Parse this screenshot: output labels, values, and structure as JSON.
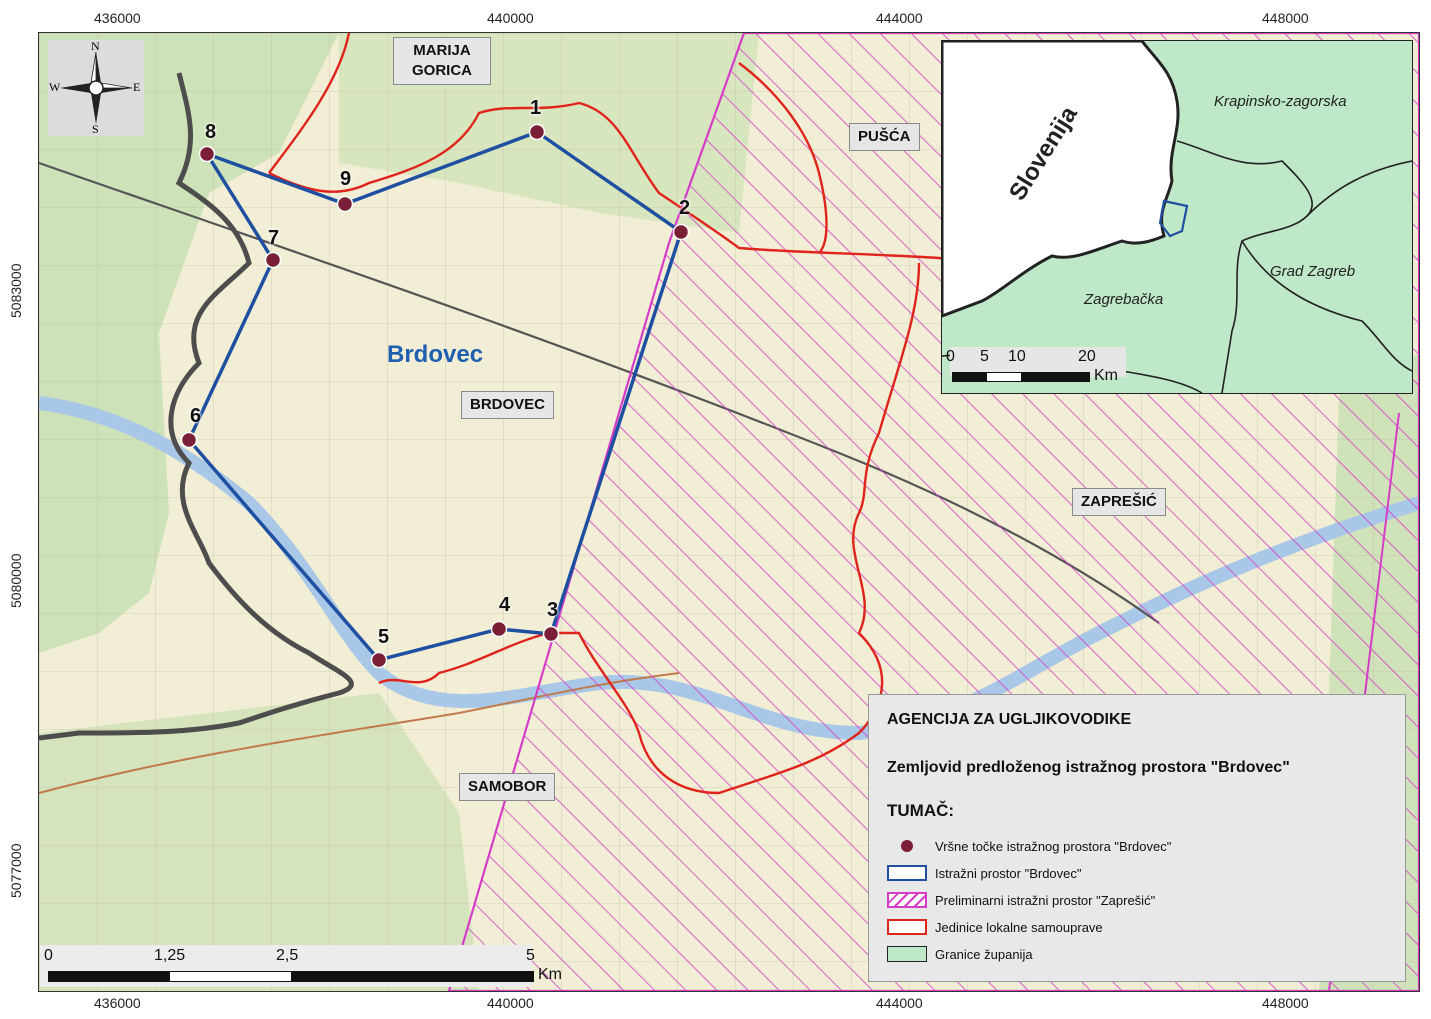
{
  "axes": {
    "x_ticks": [
      "436000",
      "440000",
      "444000",
      "448000"
    ],
    "y_ticks": [
      "5083000",
      "5080000",
      "5077000"
    ]
  },
  "compass": {
    "n": "N",
    "s": "S",
    "e": "E",
    "w": "W"
  },
  "municipalities": {
    "marija_gorica": "MARIJA GORICA",
    "pusca": "PUŠĆA",
    "brdovec": "BRDOVEC",
    "zapresic": "ZAPREŠIĆ",
    "samobor": "SAMOBOR"
  },
  "area_name": "Brdovec",
  "points": [
    "1",
    "2",
    "3",
    "4",
    "5",
    "6",
    "7",
    "8",
    "9"
  ],
  "inset": {
    "country": "Slovenija",
    "counties": [
      "Krapinsko-zagorska",
      "Zagrebačka",
      "Grad Zagreb"
    ],
    "scale_ticks": [
      "0",
      "5",
      "10",
      "20"
    ],
    "scale_unit": "Km"
  },
  "main_scale": {
    "ticks": [
      "0",
      "1,25",
      "2,5",
      "5"
    ],
    "unit": "Km"
  },
  "legend": {
    "agency": "AGENCIJA ZA UGLJIKOVODIKE",
    "map_title": "Zemljovid predloženog istražnog prostora \"Brdovec\"",
    "key_title": "TUMAČ:",
    "items": [
      "Vršne točke istražnog prostora \"Brdovec\"",
      "Istražni prostor \"Brdovec\"",
      "Preliminarni istražni prostor \"Zaprešić\"",
      "Jedinice lokalne samouprave",
      "Granice županija"
    ]
  },
  "colors": {
    "area_outline": "#1f4fa0",
    "hatch": "#d63cc8",
    "municipal": "#e0241b",
    "county_fill": "#bfe8c9",
    "point_fill": "#7a1f35"
  }
}
